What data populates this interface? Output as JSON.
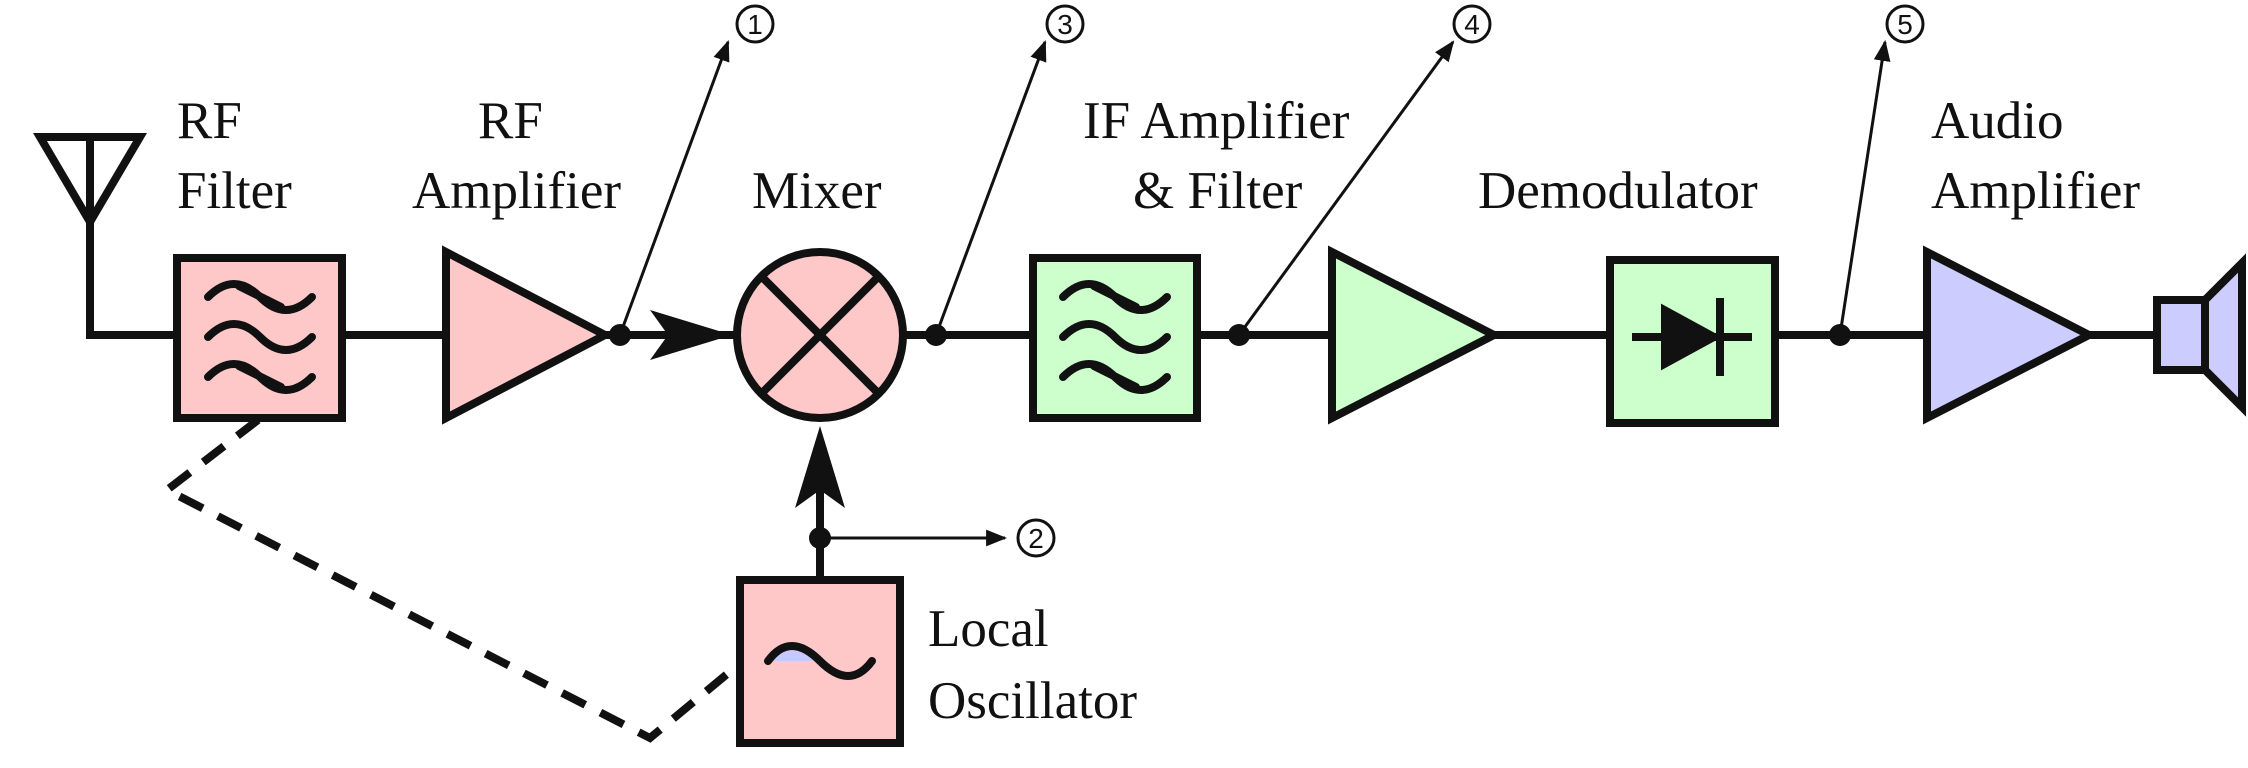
{
  "labels": {
    "rf_filter": [
      "RF",
      "Filter"
    ],
    "rf_amplifier": [
      "RF",
      "Amplifier"
    ],
    "mixer": "Mixer",
    "if_amplifier_filter": [
      "IF Amplifier",
      "& Filter"
    ],
    "demodulator": "Demodulator",
    "audio_amplifier": [
      "Audio",
      "Amplifier"
    ],
    "local_oscillator": [
      "Local",
      "Oscillator"
    ]
  },
  "test_points": [
    "1",
    "2",
    "3",
    "4",
    "5"
  ],
  "colors": {
    "rf_stage": "#ffc8c8",
    "if_stage": "#ccffcc",
    "audio_stage": "#ccccff",
    "oscillator_wave_fill": "#c8c8ff",
    "line": "#111111"
  },
  "icons": {
    "antenna": "antenna-icon",
    "bandpass_filter": "bandpass-filter-icon",
    "mixer": "mixer-x-icon",
    "diode": "diode-icon",
    "sine": "sine-wave-icon",
    "speaker": "speaker-icon"
  }
}
